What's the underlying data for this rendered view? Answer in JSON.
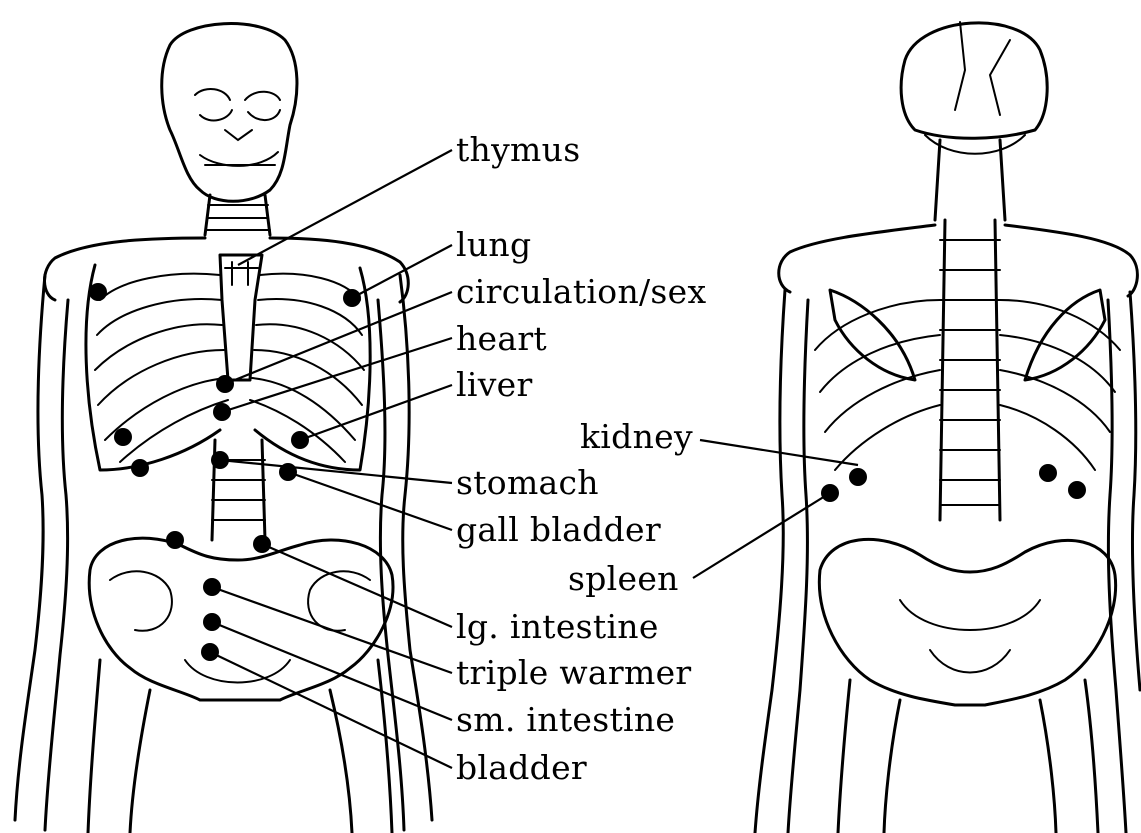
{
  "front_labels": [
    {
      "id": "thymus",
      "text": "thymus"
    },
    {
      "id": "lung",
      "text": "lung"
    },
    {
      "id": "circulation",
      "text": "circulation/sex"
    },
    {
      "id": "heart",
      "text": "heart"
    },
    {
      "id": "liver",
      "text": "liver"
    },
    {
      "id": "stomach",
      "text": "stomach"
    },
    {
      "id": "gall-bladder",
      "text": "gall bladder"
    },
    {
      "id": "lg-intestine",
      "text": "lg. intestine"
    },
    {
      "id": "triple-warmer",
      "text": "triple warmer"
    },
    {
      "id": "sm-intestine",
      "text": "sm. intestine"
    },
    {
      "id": "bladder",
      "text": "bladder"
    }
  ],
  "back_labels": [
    {
      "id": "kidney",
      "text": "kidney"
    },
    {
      "id": "spleen",
      "text": "spleen"
    }
  ],
  "colors": {
    "ink": "#000000",
    "paper": "#ffffff"
  }
}
